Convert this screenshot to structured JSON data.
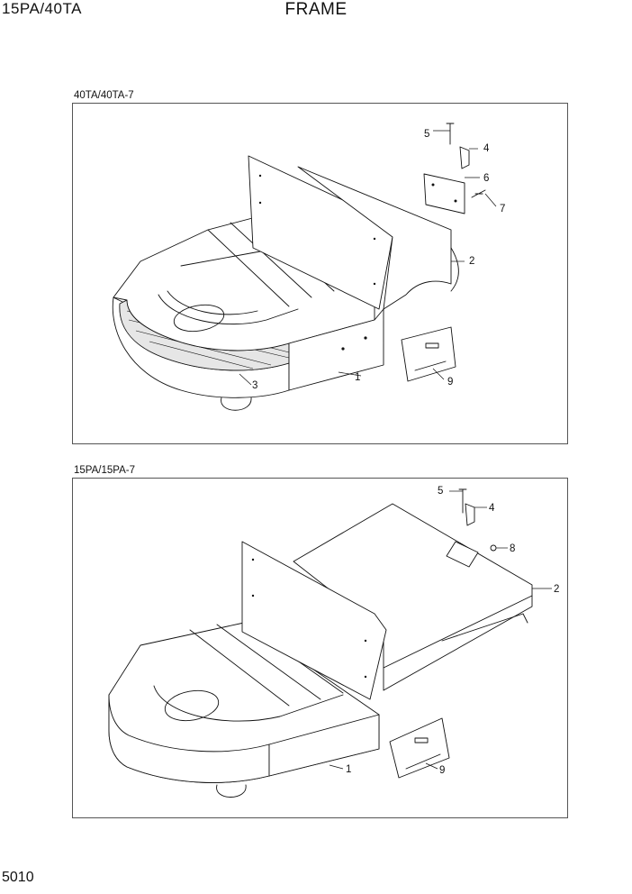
{
  "header": {
    "model": "15PA/40TA",
    "title": "FRAME"
  },
  "footer": {
    "page_number": "5010"
  },
  "panels": [
    {
      "label": "40TA/40TA-7",
      "callouts": [
        "1",
        "2",
        "3",
        "4",
        "5",
        "6",
        "7",
        "9"
      ]
    },
    {
      "label": "15PA/15PA-7",
      "callouts": [
        "1",
        "2",
        "4",
        "5",
        "8",
        "9"
      ]
    }
  ]
}
